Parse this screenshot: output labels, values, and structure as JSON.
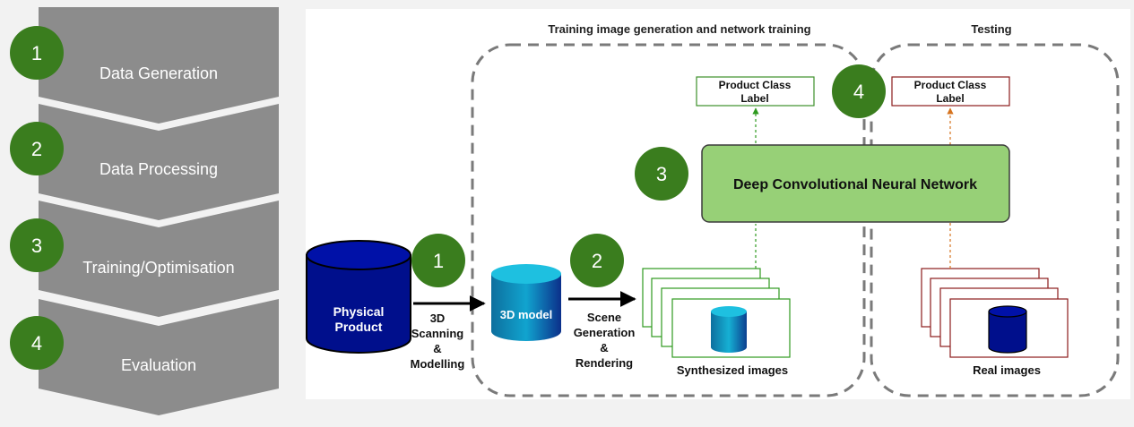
{
  "steps": [
    {
      "number": "1",
      "label": "Data Generation"
    },
    {
      "number": "2",
      "label": "Data Processing"
    },
    {
      "number": "3",
      "label": "Training/Optimisation"
    },
    {
      "number": "4",
      "label": "Evaluation"
    }
  ],
  "diagram": {
    "training_section_title": "Training image generation and network training",
    "testing_section_title": "Testing",
    "physical_product": [
      "Physical",
      "Product"
    ],
    "scanning_label": [
      "3D",
      "Scanning",
      "&",
      "Modelling"
    ],
    "model_label": "3D model",
    "scene_label": [
      "Scene",
      "Generation",
      "&",
      "Rendering"
    ],
    "synthesized_caption": "Synthesized images",
    "real_caption": "Real images",
    "network_label": "Deep Convolutional Neural Network",
    "train_output_label": [
      "Product Class",
      "Label"
    ],
    "test_output_label": [
      "Product Class",
      "Label"
    ],
    "markers": {
      "scan": "1",
      "render": "2",
      "network": "3",
      "test": "4"
    }
  },
  "colors": {
    "chevron": "#8c8c8c",
    "marker_green": "#3a7d1e",
    "network_fill": "#97d077",
    "cylinder_blue": "#000f8c",
    "model_teal": "#0a8ab8",
    "train_label_border": "#3d8f2a",
    "test_label_border": "#8b1c1c",
    "dashed_border": "#7a7a7a"
  }
}
